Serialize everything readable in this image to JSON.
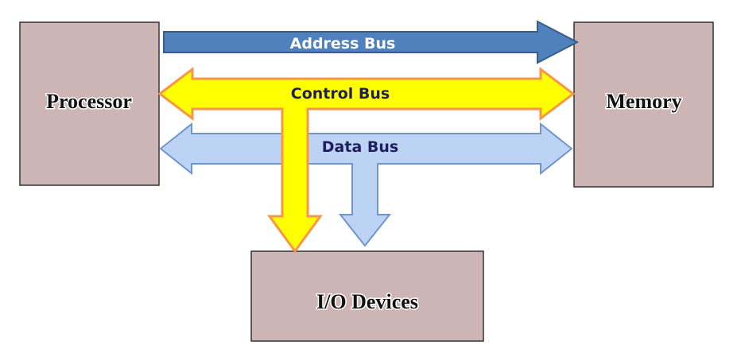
{
  "colors": {
    "box_fill": "#cdb5b5",
    "box_stroke": "#333333",
    "address_bus_fill": "#4f81bd",
    "address_bus_stroke": "#385d8a",
    "control_bus_fill": "#ffff00",
    "control_bus_stroke": "#f79646",
    "data_bus_fill": "#bcd3f4",
    "data_bus_stroke": "#6f95cc",
    "address_label": "#ffffff",
    "control_label": "#1f1f5f",
    "data_label": "#1f1f5f"
  },
  "boxes": {
    "processor": "Processor",
    "memory": "Memory",
    "io_devices": "I/O Devices"
  },
  "buses": {
    "address": "Address Bus",
    "control": "Control Bus",
    "data": "Data Bus"
  }
}
